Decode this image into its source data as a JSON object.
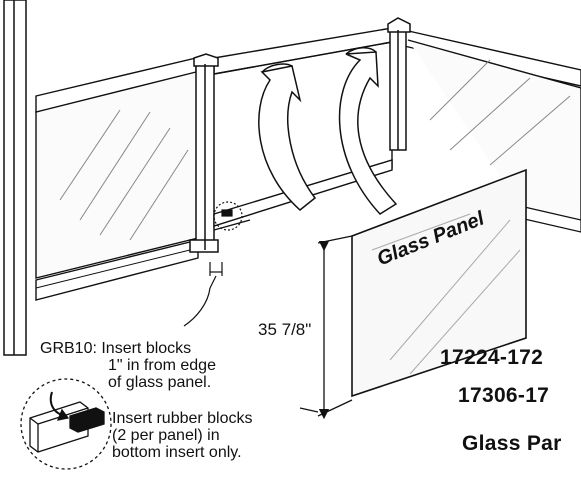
{
  "diagram": {
    "panel_label": "Glass Panel",
    "height_dimension": "35 7/8\"",
    "block_note": {
      "line1": "GRB10: Insert blocks",
      "line2": "1\" in from edge",
      "line3": "of glass panel."
    },
    "rubber_note": {
      "line1": "Insert rubber blocks",
      "line2": "(2 per panel) in",
      "line3": "bottom insert only."
    },
    "part_numbers": {
      "line1": "17224-172",
      "line2": "17306-17",
      "line3": "Glass Par"
    }
  }
}
